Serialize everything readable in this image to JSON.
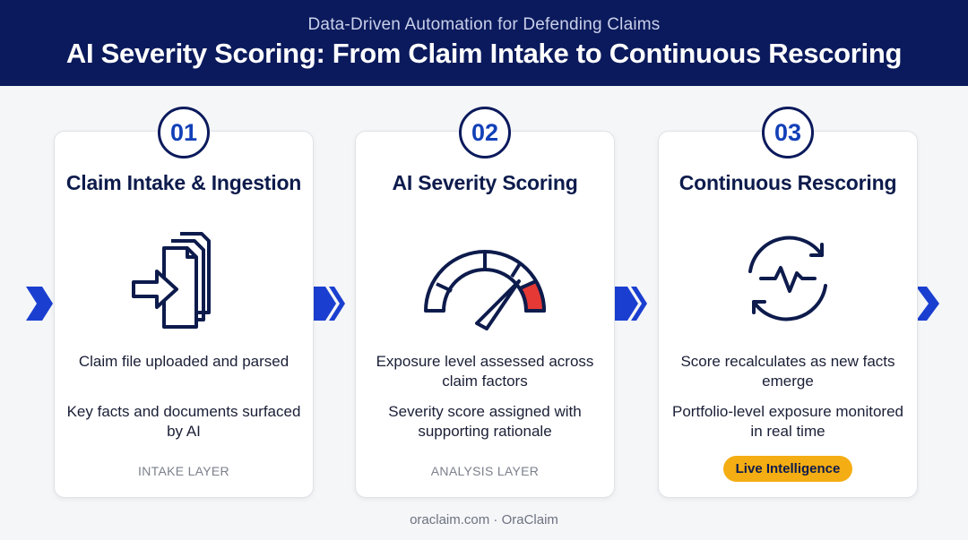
{
  "header": {
    "subtitle": "Data-Driven Automation for Defending Claims",
    "title": "AI Severity Scoring: From Claim Intake to Continuous Rescoring"
  },
  "cards": [
    {
      "number": "01",
      "title": "Claim Intake & Ingestion",
      "icon": "document-import-icon",
      "desc1": "Claim file uploaded and parsed",
      "desc2": "Key facts and documents surfaced by AI",
      "layer": "INTAKE LAYER"
    },
    {
      "number": "02",
      "title": "AI Severity Scoring",
      "icon": "gauge-icon",
      "desc1": "Exposure level assessed across claim factors",
      "desc2": "Severity score assigned with supporting rationale",
      "layer": "ANALYSIS LAYER"
    },
    {
      "number": "03",
      "title": "Continuous Rescoring",
      "icon": "refresh-pulse-icon",
      "desc1": "Score recalculates as new facts emerge",
      "desc2": "Portfolio-level exposure monitored in real time",
      "badge": "Live Intelligence"
    }
  ],
  "footer": "oraclaim.com · OraClaim",
  "colors": {
    "header_bg": "#0b1a5c",
    "accent_blue": "#1240b8",
    "arrow_blue": "#1a3fd0",
    "gauge_red": "#e53935",
    "badge_yellow": "#f4ad12"
  }
}
